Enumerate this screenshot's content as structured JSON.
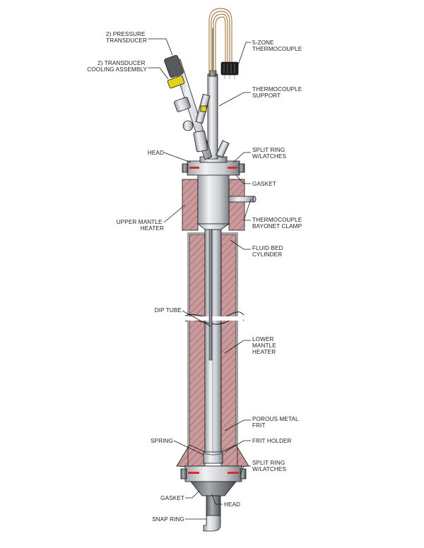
{
  "labels": {
    "pressure_transducer": [
      "2) PRESSURE",
      "TRANSDUCER"
    ],
    "transducer_cooling": [
      "2) TRANSDUCER",
      "COOLING ASSEMBLY"
    ],
    "thermocouple_5zone": [
      "5-ZONE",
      "THERMOCOUPLE"
    ],
    "thermocouple_support": [
      "THERMOCOUPLE",
      "SUPPORT"
    ],
    "head_top": [
      "HEAD"
    ],
    "split_ring_top": [
      "SPLIT RING",
      "W/LATCHES"
    ],
    "gasket_top": [
      "GASKET"
    ],
    "upper_mantle_heater": [
      "UPPER MANTLE",
      "HEATER"
    ],
    "thermocouple_bayonet_clamp": [
      "THERMOCOUPLE",
      "BAYONET CLAMP"
    ],
    "fluid_bed_cylinder": [
      "FLUID BED",
      "CYLINDER"
    ],
    "dip_tube": [
      "DIP TUBE"
    ],
    "lower_mantle_heater": [
      "LOWER",
      "MANTLE",
      "HEATER"
    ],
    "porous_metal_frit": [
      "POROUS METAL",
      "FRIT"
    ],
    "frit_holder": [
      "FRIT HOLDER"
    ],
    "spring": [
      "SPRING"
    ],
    "split_ring_bottom": [
      "SPLIT RING",
      "W/LATCHES"
    ],
    "gasket_bottom": [
      "GASKET"
    ],
    "head_bottom": [
      "HEAD"
    ],
    "snap_ring": [
      "SNAP RING"
    ]
  },
  "colors": {
    "heater_fill": "#c99a9c",
    "heater_hatch": "#8a4d52",
    "metal_light": "#e6e8ea",
    "metal_mid": "#b9bcc0",
    "metal_dark": "#6d7176",
    "gasket_red": "#d92b2b",
    "accent_yellow": "#e3d21c",
    "wire_copper": "#a6804a",
    "outline": "#1a1a1a"
  }
}
